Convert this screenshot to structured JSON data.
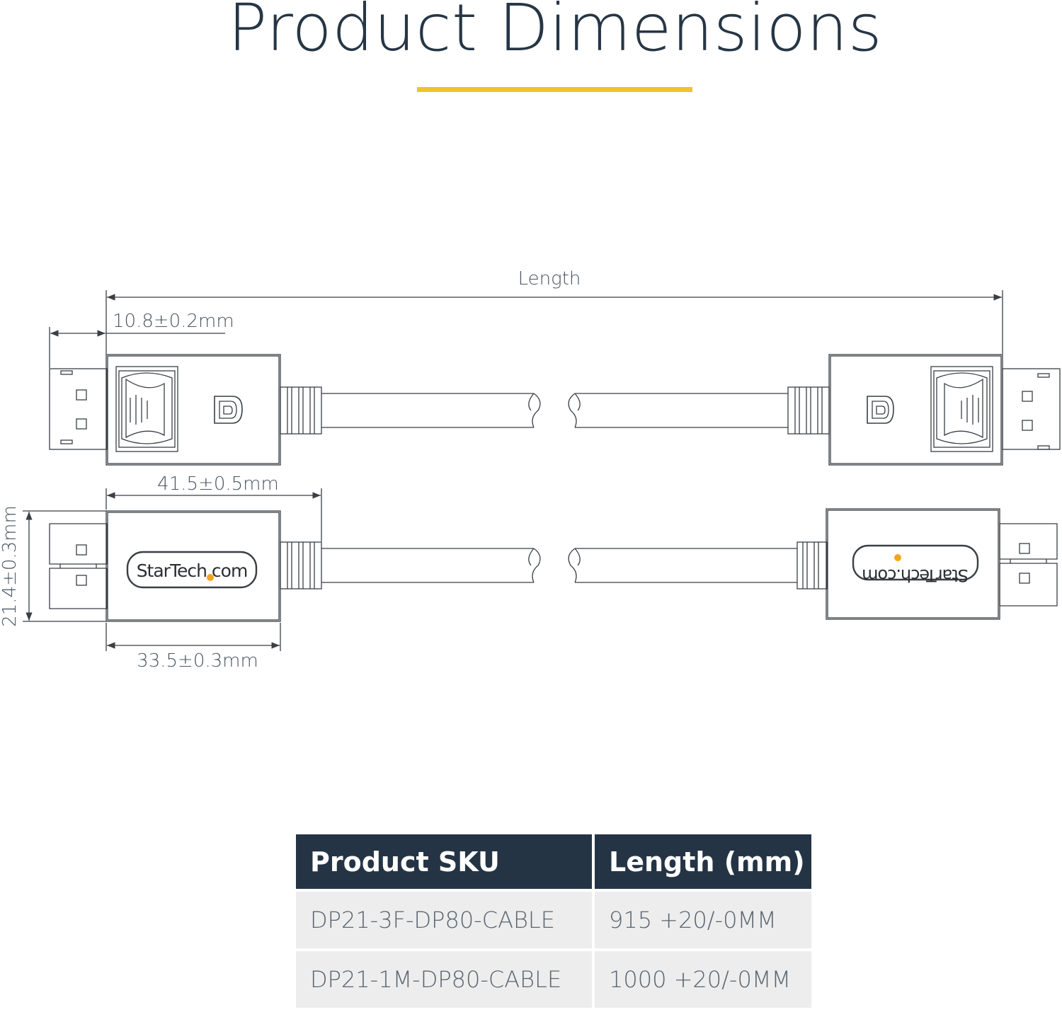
{
  "title": "Product Dimensions",
  "colors": {
    "accent": "#f2c12e",
    "header_bg": "#253445",
    "row_bg": "#ededed",
    "line": "#3a3f44"
  },
  "dimensions": {
    "length": "Length",
    "tip_length": "10.8±0.2mm",
    "connector_length": "41.5±0.5mm",
    "housing_length": "33.5±0.3mm",
    "housing_height": "21.4±0.3mm"
  },
  "logo_text": "StarTech.com",
  "table": {
    "headers": [
      "Product SKU",
      "Length (mm)"
    ],
    "rows": [
      {
        "sku": "DP21-3F-DP80-CABLE",
        "length": "915 +20/-0MM"
      },
      {
        "sku": "DP21-1M-DP80-CABLE",
        "length": "1000 +20/-0MM"
      }
    ]
  }
}
